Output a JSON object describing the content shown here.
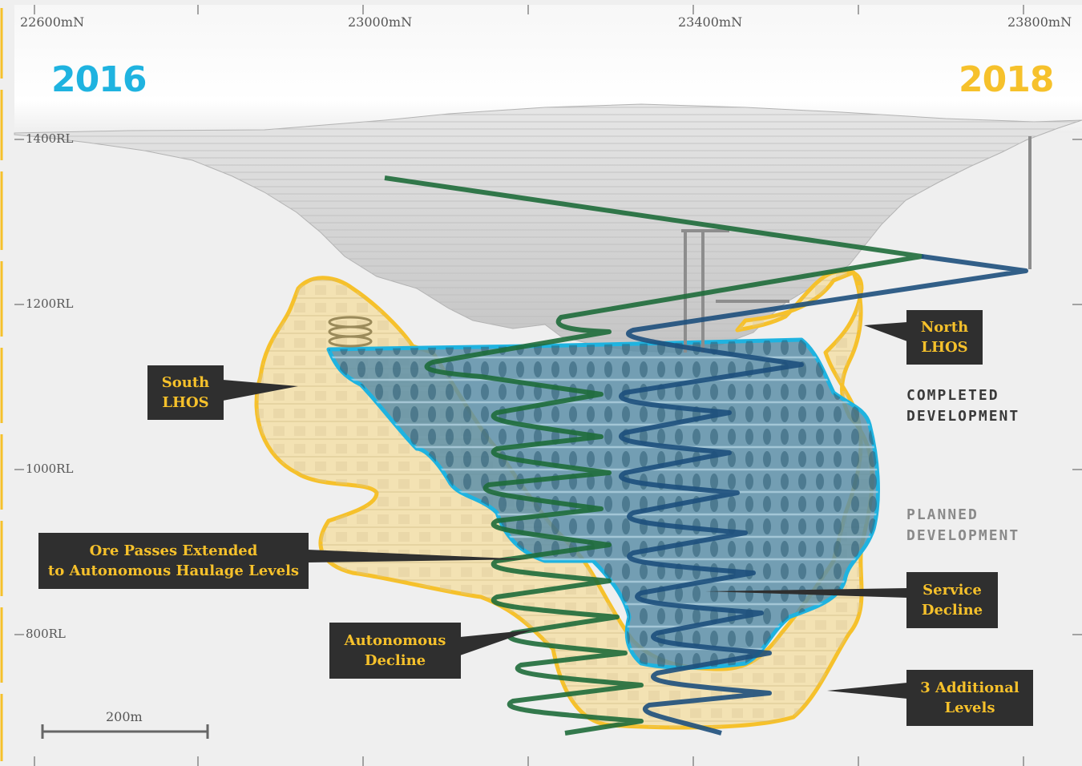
{
  "year_left": "2016",
  "year_right": "2018",
  "northings": [
    "22600mN",
    "23000mN",
    "23400mN",
    "23800mN"
  ],
  "levels": [
    "1400RL",
    "1200RL",
    "1000RL",
    "800RL"
  ],
  "callouts": {
    "south_lhos": "South\nLHOS",
    "north_lhos": "North\nLHOS",
    "ore_passes": "Ore Passes Extended\nto Autonomous Haulage Levels",
    "autonomous_decline": "Autonomous\nDecline",
    "service_decline": "Service\nDecline",
    "additional_levels": "3 Additional\nLevels"
  },
  "legend": {
    "completed": "COMPLETED\nDEVELOPMENT",
    "planned": "PLANNED\nDEVELOPMENT"
  },
  "scale_label": "200m",
  "colors": {
    "cyan_2016": "#1fb3e0",
    "yellow_2018": "#f6c12b",
    "callout_bg": "#2f2f2f",
    "green_decline": "#1e6b3a",
    "blue_decline": "#1d4f7c",
    "pit_grey": "#d2d2d2",
    "planned_fill": "#f3e2b3",
    "completed_fill": "#5d8fa8"
  }
}
